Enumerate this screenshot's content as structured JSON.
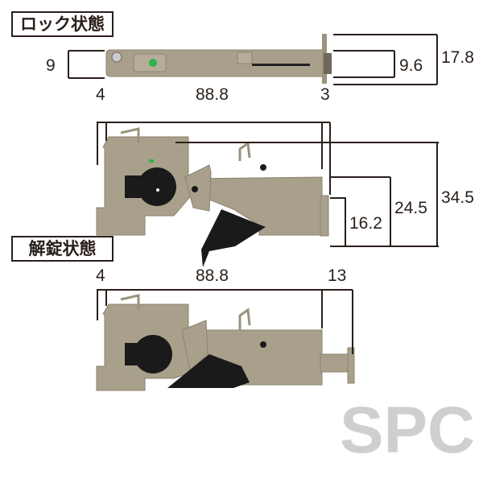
{
  "labels": {
    "locked": "ロック状態",
    "unlocked": "解錠状態"
  },
  "top_view": {
    "height_left": "9",
    "height_inner": "9.6",
    "height_outer": "17.8"
  },
  "locked_side": {
    "left_offset": "4",
    "length": "88.8",
    "right_offset": "3",
    "h1": "16.2",
    "h2": "24.5",
    "h3": "34.5"
  },
  "unlocked_side": {
    "left_offset": "4",
    "length": "88.8",
    "right_offset": "13"
  },
  "watermark": "SPC",
  "colors": {
    "body": "#a9a08b",
    "lever": "#1a1a1a",
    "line": "#2a1f1a",
    "indicator": "#2fb34a"
  }
}
